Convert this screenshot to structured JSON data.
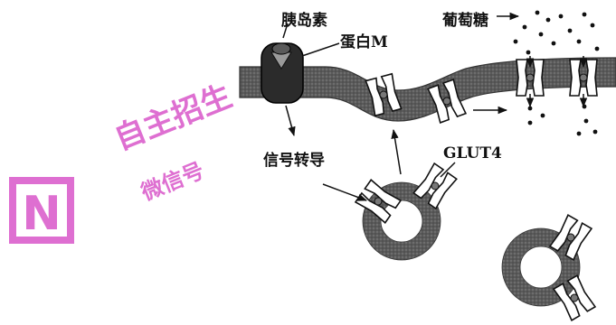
{
  "labels": {
    "insulin": "胰岛素",
    "protein_m": "蛋白M",
    "glucose": "葡萄糖",
    "signal": "信号转导",
    "glut4": "GLUT4"
  },
  "watermark": {
    "line1": "自主招生",
    "line2": "微信号",
    "logo_letter": "N",
    "color": "#d957c9"
  }
}
